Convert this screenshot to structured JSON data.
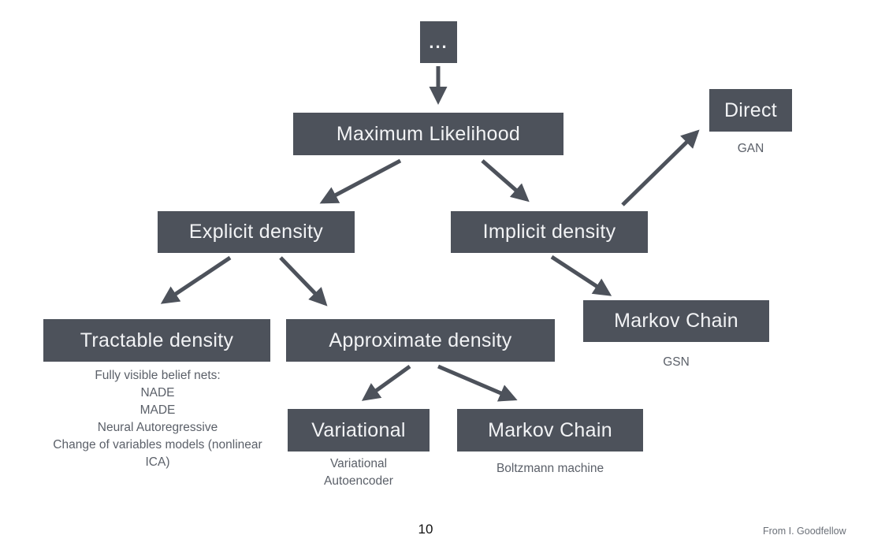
{
  "slide": {
    "page_number": "10",
    "credit": "From I. Goodfellow"
  },
  "colors": {
    "node_fill": "#4d525b",
    "node_text": "#f2f3f5",
    "sublabel_text": "#5b6069",
    "arrow": "#4d525b",
    "background": "#ffffff"
  },
  "diagram": {
    "type": "taxonomy-tree",
    "nodes": {
      "root": {
        "label": "..."
      },
      "maximum_likelihood": {
        "label": "Maximum Likelihood"
      },
      "direct": {
        "label": "Direct",
        "sublabel": "GAN"
      },
      "explicit_density": {
        "label": "Explicit density"
      },
      "implicit_density": {
        "label": "Implicit density"
      },
      "markov_chain_gsn": {
        "label": "Markov Chain",
        "sublabel": "GSN"
      },
      "tractable_density": {
        "label": "Tractable density",
        "sublabel_lines": [
          "Fully visible belief nets:",
          "NADE",
          "MADE",
          "Neural Autoregressive",
          "Change of variables models (nonlinear",
          "ICA)"
        ]
      },
      "approximate_density": {
        "label": "Approximate density"
      },
      "variational": {
        "label": "Variational",
        "sublabel_lines": [
          "Variational",
          "Autoencoder"
        ]
      },
      "markov_chain_boltzmann": {
        "label": "Markov Chain",
        "sublabel": "Boltzmann machine"
      }
    },
    "edges": [
      "root -> maximum_likelihood",
      "maximum_likelihood -> explicit_density",
      "maximum_likelihood -> implicit_density",
      "implicit_density -> direct",
      "implicit_density -> markov_chain_gsn",
      "explicit_density -> tractable_density",
      "explicit_density -> approximate_density",
      "approximate_density -> variational",
      "approximate_density -> markov_chain_boltzmann"
    ]
  }
}
